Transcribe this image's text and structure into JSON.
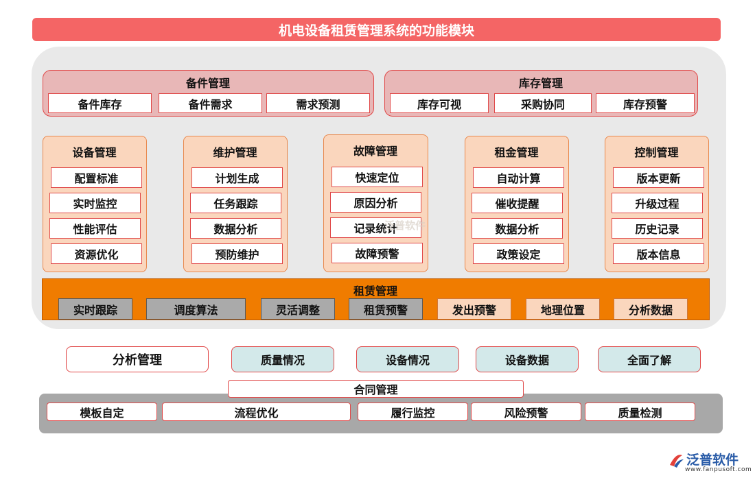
{
  "title": "机电设备租赁管理系统的功能模块",
  "spare_parts": {
    "title": "备件管理",
    "items": [
      "备件库存",
      "备件需求",
      "需求预测"
    ]
  },
  "inventory": {
    "title": "库存管理",
    "items": [
      "库存可视",
      "采购协同",
      "库存预警"
    ]
  },
  "columns": [
    {
      "title": "设备管理",
      "items": [
        "配置标准",
        "实时监控",
        "性能评估",
        "资源优化"
      ]
    },
    {
      "title": "维护管理",
      "items": [
        "计划生成",
        "任务跟踪",
        "数据分析",
        "预防维护"
      ]
    },
    {
      "title": "故障管理",
      "items": [
        "快速定位",
        "原因分析",
        "记录统计",
        "故障预警"
      ]
    },
    {
      "title": "租金管理",
      "items": [
        "自动计算",
        "催收提醒",
        "数据分析",
        "政策设定"
      ]
    },
    {
      "title": "控制管理",
      "items": [
        "版本更新",
        "升级过程",
        "历史记录",
        "版本信息"
      ]
    }
  ],
  "rental": {
    "title": "租赁管理",
    "items": [
      "实时跟踪",
      "调度算法",
      "灵活调整",
      "租赁预警",
      "发出预警",
      "地理位置",
      "分析数据"
    ]
  },
  "analysis": {
    "title": "分析管理",
    "items": [
      "质量情况",
      "设备情况",
      "设备数据",
      "全面了解"
    ]
  },
  "contract": {
    "title": "合同管理",
    "items": [
      "模板自定",
      "流程优化",
      "履行监控",
      "风险预警",
      "质量检测"
    ]
  },
  "logo": {
    "name": "泛普软件",
    "url": "www.fanpusoft.com",
    "watermark": "泛普软件"
  }
}
